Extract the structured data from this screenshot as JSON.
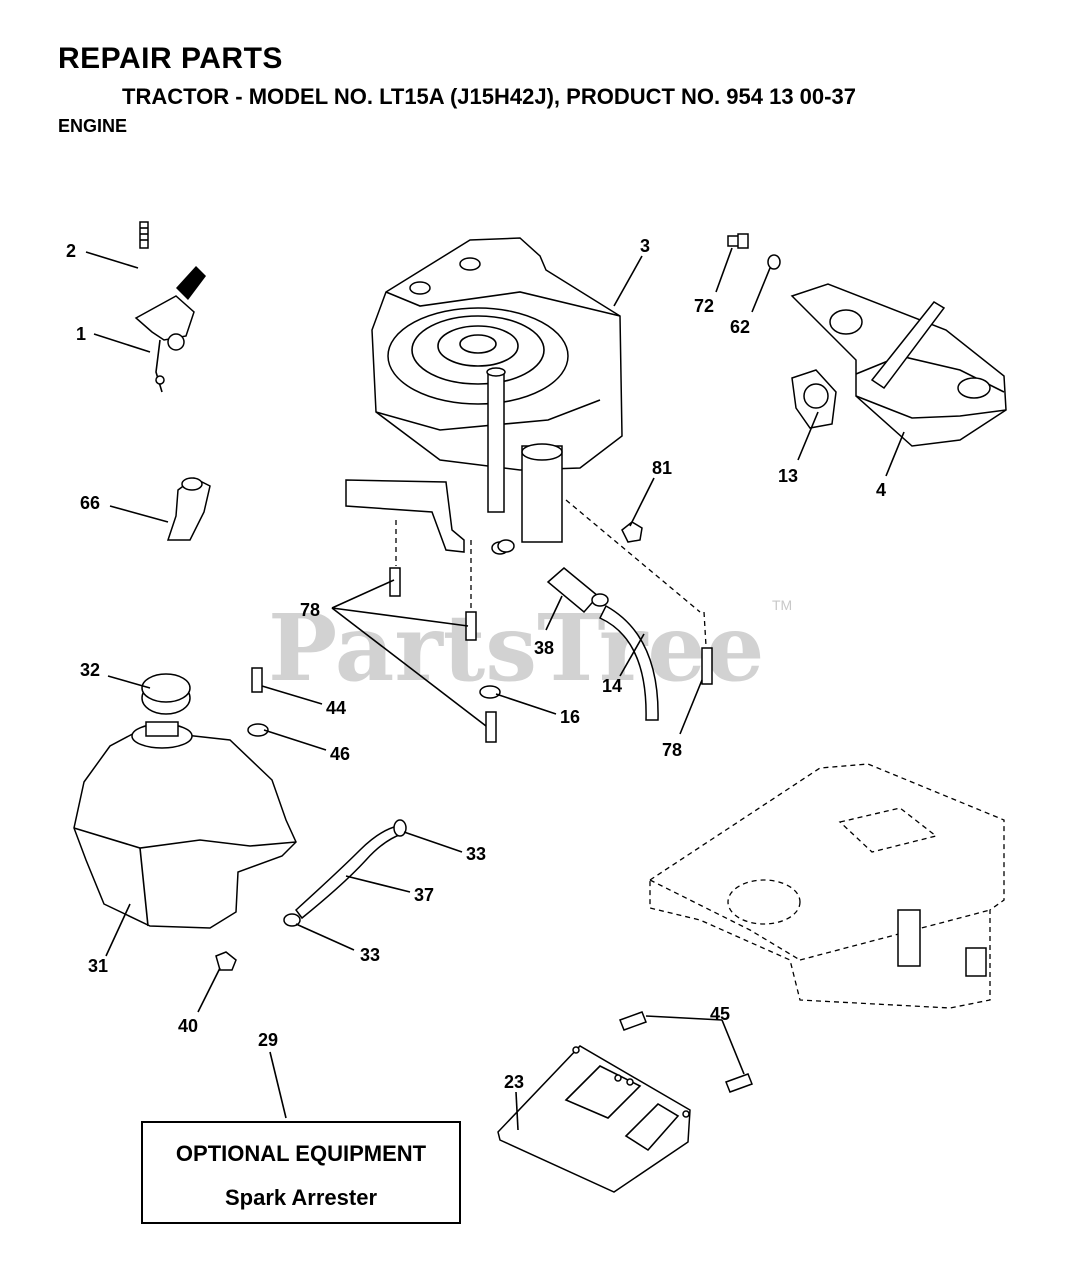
{
  "header": {
    "title": "REPAIR PARTS",
    "subtitle": "TRACTOR - MODEL NO. LT15A (J15H42J), PRODUCT NO. 954 13 00-37",
    "section": "ENGINE"
  },
  "watermark": {
    "brand": "PartsTree",
    "trademark": "TM"
  },
  "callouts": [
    {
      "label": "2"
    },
    {
      "label": "1"
    },
    {
      "label": "3"
    },
    {
      "label": "72"
    },
    {
      "label": "62"
    },
    {
      "label": "13"
    },
    {
      "label": "4"
    },
    {
      "label": "81"
    },
    {
      "label": "66"
    },
    {
      "label": "78"
    },
    {
      "label": "38"
    },
    {
      "label": "14"
    },
    {
      "label": "78"
    },
    {
      "label": "32"
    },
    {
      "label": "44"
    },
    {
      "label": "46"
    },
    {
      "label": "16"
    },
    {
      "label": "33"
    },
    {
      "label": "37"
    },
    {
      "label": "33"
    },
    {
      "label": "31"
    },
    {
      "label": "40"
    },
    {
      "label": "29"
    },
    {
      "label": "45"
    },
    {
      "label": "23"
    }
  ],
  "optional_box": {
    "heading": "OPTIONAL EQUIPMENT",
    "item": "Spark Arrester"
  }
}
